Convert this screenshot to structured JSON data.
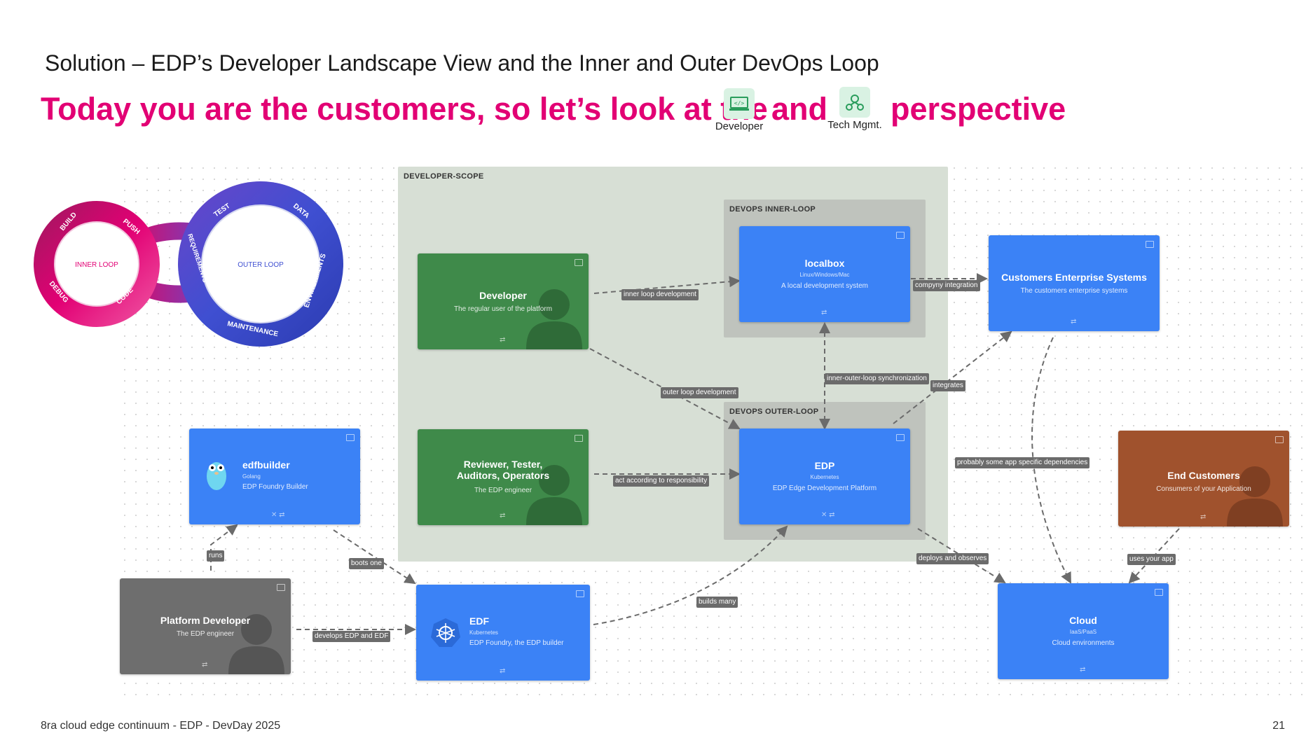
{
  "slide": {
    "subtitle": "Solution – EDP’s Developer Landscape View and the Inner and Outer DevOps Loop",
    "headline_part1": "Today you are the customers, so let’s look at the",
    "headline_and": "and",
    "headline_part2": "perspective",
    "persona_developer": "Developer",
    "persona_techmgmt": "Tech Mgmt.",
    "footer": "8ra cloud edge continuum - EDP - DevDay 2025",
    "page_number": "21"
  },
  "loop_graphic": {
    "inner_label": "INNER LOOP",
    "outer_label": "OUTER LOOP",
    "inner_steps": [
      "BUILD",
      "PUSH",
      "CODE",
      "DEBUG"
    ],
    "outer_steps": [
      "TEST",
      "DATA",
      "ENVIRONMENTS",
      "MAINTENANCE",
      "REQUIREMENTS"
    ]
  },
  "scopes": {
    "developer_scope": "DEVELOPER-SCOPE",
    "inner_loop": "DEVOPS INNER-LOOP",
    "outer_loop": "DEVOPS OUTER-LOOP"
  },
  "nodes": {
    "developer": {
      "title": "Developer",
      "desc": "The regular user of the platform"
    },
    "reviewer": {
      "title": "Reviewer, Tester, Auditors, Operators",
      "desc": "The EDP engineer"
    },
    "localbox": {
      "title": "localbox",
      "tech": "Linux/Windows/Mac",
      "desc": "A local development system"
    },
    "edp": {
      "title": "EDP",
      "tech": "Kubernetes",
      "desc": "EDP Edge Development Platform"
    },
    "customers_enterprise": {
      "title": "Customers Enterprise Systems",
      "desc": "The customers enterprise systems"
    },
    "edfbuilder": {
      "title": "edfbuilder",
      "tech": "Golang",
      "desc": "EDP Foundry Builder"
    },
    "platform_developer": {
      "title": "Platform Developer",
      "desc": "The EDP engineer"
    },
    "edf": {
      "title": "EDF",
      "tech": "Kubernetes",
      "desc": "EDP Foundry, the EDP builder"
    },
    "end_customers": {
      "title": "End Customers",
      "desc": "Consumers of your Application"
    },
    "cloud": {
      "title": "Cloud",
      "tech": "IaaS/PaaS",
      "desc": "Cloud environments"
    }
  },
  "edge_labels": {
    "inner_loop_dev": "inner loop development",
    "company_integration": "compyny integration",
    "outer_loop_dev": "outer loop development",
    "sync": "inner-outer-loop synchronization",
    "integrates": "integrates",
    "act": "act according to responsibility",
    "probably": "probably some app specific dependencies",
    "runs": "runs",
    "boots_one": "boots one",
    "builds_many": "builds many",
    "develops": "develops EDP and EDF",
    "deploys": "deploys and observes",
    "uses_app": "uses your app"
  },
  "colors": {
    "magenta": "#e20074",
    "node_blue": "#3b82f6",
    "node_green": "#3f8a4a",
    "node_gray": "#6e6e6e",
    "node_brown": "#a0522d",
    "scope_bg": "#d7dfd5",
    "loop_bg": "#bfc3bd"
  }
}
